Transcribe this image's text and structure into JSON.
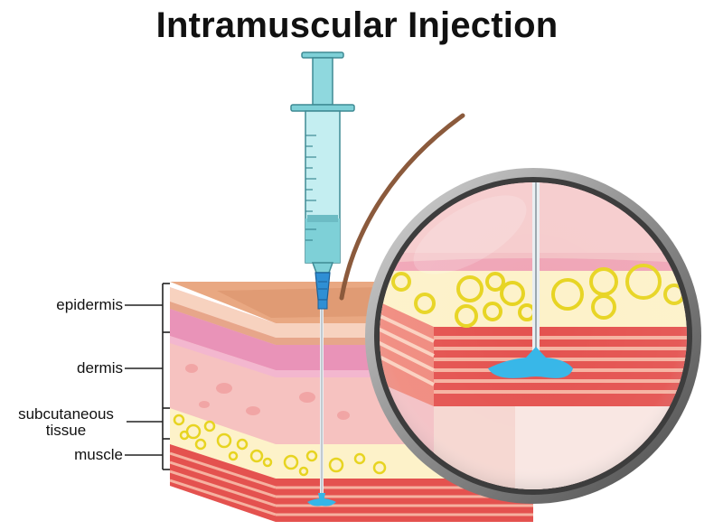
{
  "title": "Intramuscular Injection",
  "labels": {
    "epidermis": "epidermis",
    "dermis": "dermis",
    "subcutaneous": "subcutaneous",
    "tissue": "tissue",
    "muscle": "muscle"
  },
  "colors": {
    "skin_top": "#e9a882",
    "epidermis": "#f4c9b4",
    "dermis": "#f6c2c0",
    "dermis_band": "#e993b8",
    "fat": "#fdf2c9",
    "fat_cell": "#e7d421",
    "muscle": "#e4524f",
    "syringe": "#7ed0d7",
    "needle_hub": "#2f8fd4",
    "injected_fluid": "#35b6e8",
    "magnifier_rim": "#8e8e8e"
  },
  "icons": [
    "syringe-icon",
    "hair-icon",
    "magnifier-lens-icon"
  ]
}
